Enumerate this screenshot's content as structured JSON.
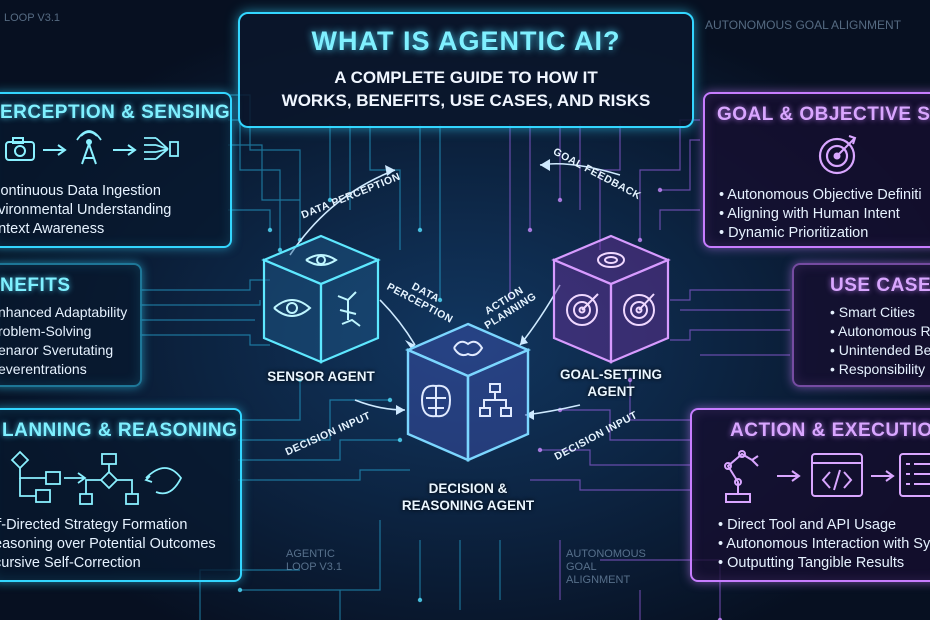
{
  "header": {
    "title": "WHAT IS AGENTIC AI?",
    "subtitle_line1": "A COMPLETE GUIDE TO HOW IT",
    "subtitle_line2": "WORKS, BENEFITS, USE CASES, AND RISKS"
  },
  "corner": {
    "top_left": "LOOP V3.1",
    "top_right": "AUTONOMOUS GOAL ALIGNMENT",
    "bottom_center_left": "AGENTIC\nLOOP V3.1",
    "bottom_center_right": "AUTONOMOUS\nGOAL\nALIGNMENT"
  },
  "panels": {
    "perception": {
      "title": "ERCEPTION & SENSING",
      "items": [
        "Continuous Data Ingestion",
        "nvironmental Understanding",
        "ontext Awareness"
      ]
    },
    "benefits": {
      "title": "NEFITS",
      "items": [
        "nhanced Adaptability",
        "roblem-Solving",
        "enaror Sverutating",
        "everentrations"
      ]
    },
    "planning": {
      "title": "LANNING & REASONING",
      "items": [
        "lf-Directed Strategy Formation",
        "easoning over Potential Outcomes",
        "cursive Self-Correction"
      ]
    },
    "goal": {
      "title": "GOAL & OBJECTIVE SETTI",
      "items": [
        "• Autonomous Objective Definiti",
        "• Aligning with Human Intent",
        "• Dynamic Prioritization"
      ]
    },
    "usecases": {
      "title": "USE CASES",
      "items": [
        "• Smart Cities",
        "• Autonomous R",
        "• Unintended Be",
        "• Responsibility"
      ]
    },
    "action": {
      "title": "ACTION & EXECUTION",
      "items": [
        "• Direct Tool and API Usage",
        "• Autonomous Interaction with Sys",
        "• Outputting Tangible Results"
      ]
    }
  },
  "agents": {
    "sensor": "SENSOR AGENT",
    "decision_line1": "DECISION &",
    "decision_line2": "REASONING AGENT",
    "goal_line1": "GOAL-SETTING",
    "goal_line2": "AGENT"
  },
  "flows": {
    "data_perception_top": "DATA PERCEPTION",
    "data_perception_mid_line1": "DATA",
    "data_perception_mid_line2": "PERCEPTION",
    "goal_feedback": "GOAL FEEDBACK",
    "action_planning_line1": "ACTION",
    "action_planning_line2": "PLANNING",
    "decision_input_left": "DECISION INPUT",
    "decision_input_right": "DECISION INPUT"
  },
  "colors": {
    "cyan": "#33d6ff",
    "purple": "#c77dff",
    "background": "#071021"
  }
}
